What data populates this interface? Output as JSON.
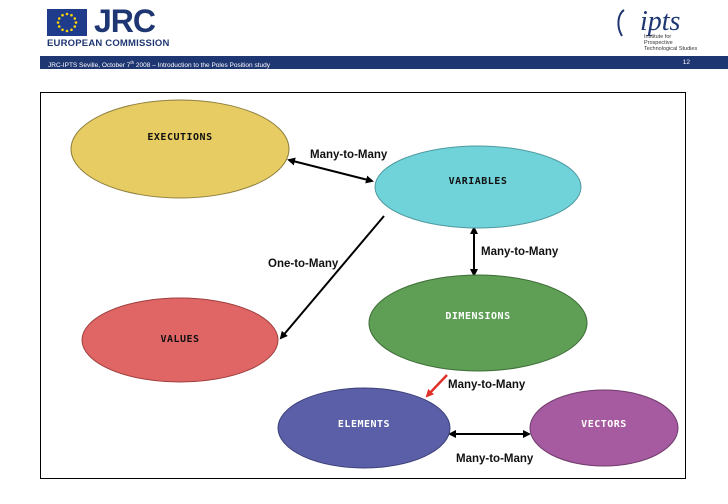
{
  "header": {
    "logo_text": "JRC",
    "org_name": "EUROPEAN COMMISSION",
    "institute_logo": "ipts",
    "institute_caption": [
      "Institute for",
      "Prospective",
      "Technological Studies"
    ],
    "colors": {
      "brand_navy": "#1e3672",
      "flag_blue": "#1f3b8c",
      "flag_star": "#ffd700"
    }
  },
  "banner": {
    "left_text": "JRC-IPTS Seville, October 7th 2008 – Introduction to the Poles Position study",
    "page_number": "12"
  },
  "diagram": {
    "nodes": [
      {
        "id": "executions",
        "label": "EXECUTIONS",
        "color": "#e6cc62",
        "label_color": "#111111"
      },
      {
        "id": "variables",
        "label": "VARIABLES",
        "color": "#6fd3d9",
        "label_color": "#111111"
      },
      {
        "id": "dimensions",
        "label": "DIMENSIONS",
        "color": "#5e9e55",
        "label_color": "#ffffff"
      },
      {
        "id": "values",
        "label": "VALUES",
        "color": "#e06565",
        "label_color": "#111111"
      },
      {
        "id": "elements",
        "label": "ELEMENTS",
        "color": "#5a5fa8",
        "label_color": "#ffffff"
      },
      {
        "id": "vectors",
        "label": "VECTORS",
        "color": "#a65aa0",
        "label_color": "#ffffff"
      }
    ],
    "edges": [
      {
        "from": "executions",
        "to": "variables",
        "label": "Many-to-Many",
        "color": "#000000"
      },
      {
        "from": "variables",
        "to": "values",
        "label": "One-to-Many",
        "color": "#000000"
      },
      {
        "from": "variables",
        "to": "dimensions",
        "label": "Many-to-Many",
        "color": "#000000"
      },
      {
        "from": "dimensions",
        "to": "elements",
        "label": "Many-to-Many",
        "color": "#e0302a"
      },
      {
        "from": "elements",
        "to": "vectors",
        "label": "Many-to-Many",
        "color": "#000000"
      }
    ]
  }
}
